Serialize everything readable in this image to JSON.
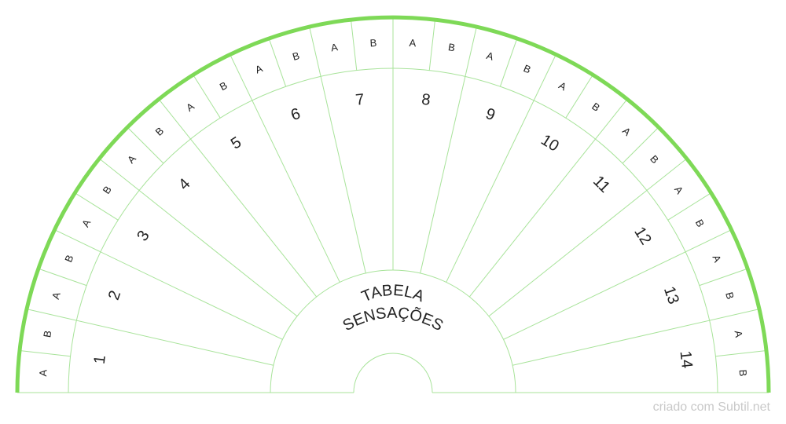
{
  "chart": {
    "title_line1": "TABELA",
    "title_line2": "SENSAÇÕES",
    "sectors": [
      "1",
      "2",
      "3",
      "4",
      "5",
      "6",
      "7",
      "8",
      "9",
      "10",
      "11",
      "12",
      "13",
      "14"
    ],
    "sub_labels": [
      "A",
      "B"
    ],
    "colors": {
      "outline": "#7ed957",
      "line": "#a8e39a",
      "text": "#222222"
    }
  },
  "credit": "criado com Subtil.net"
}
